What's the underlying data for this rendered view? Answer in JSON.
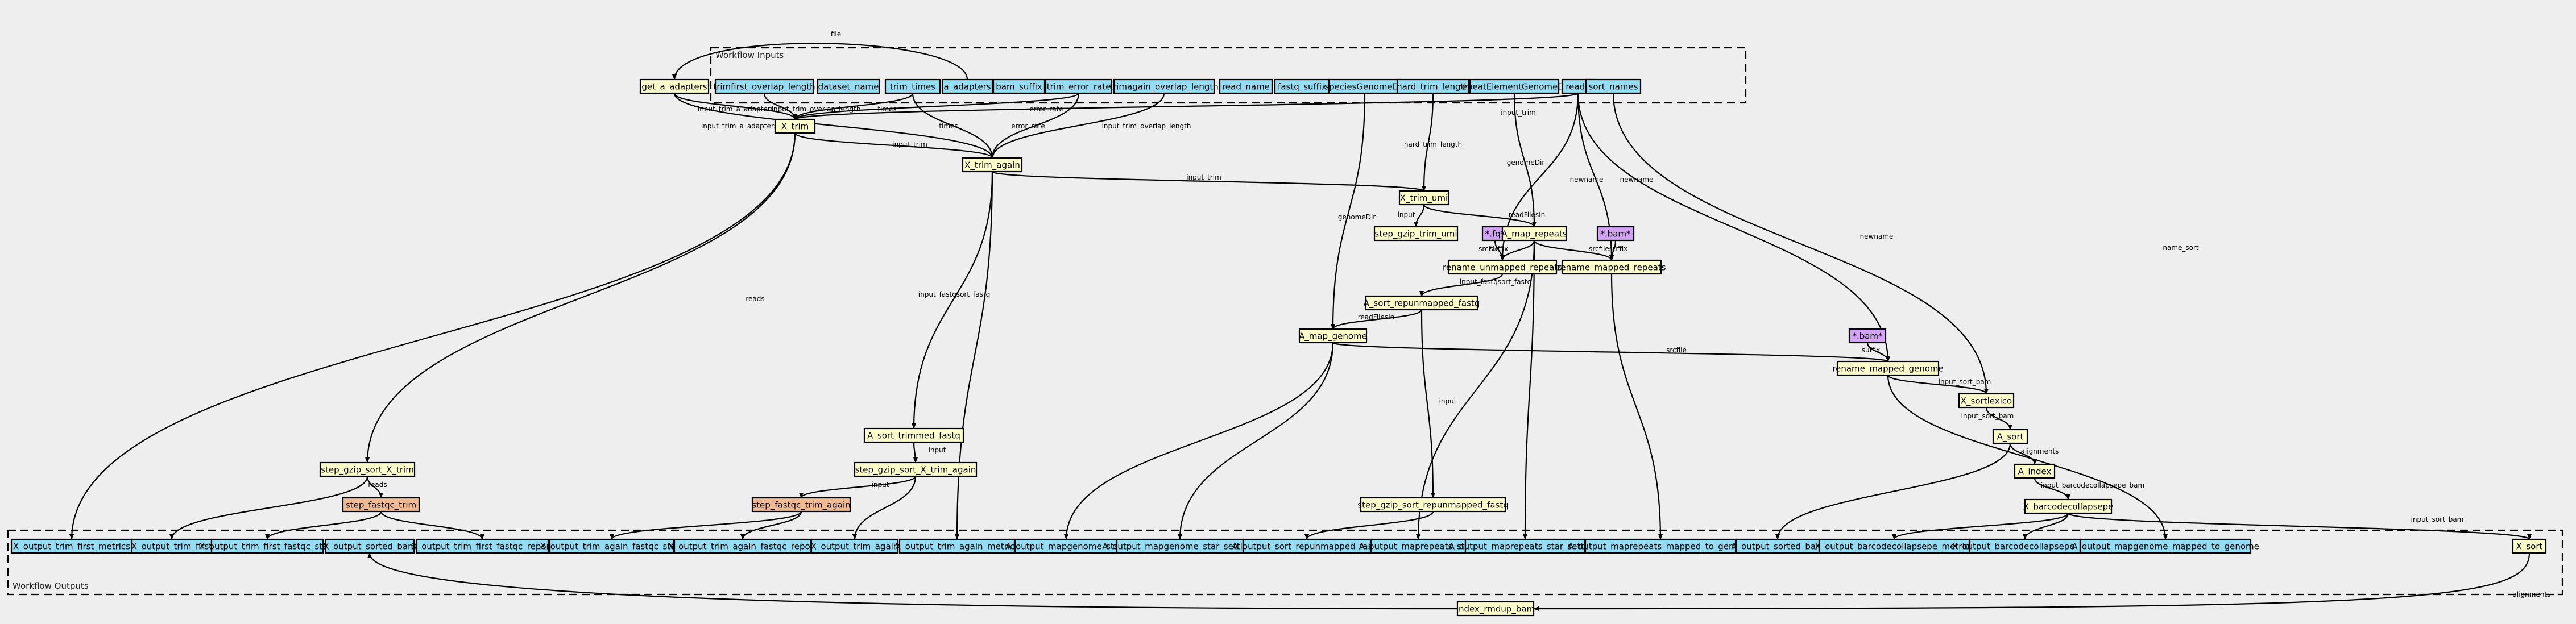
{
  "clusters": {
    "inputs": "Workflow Inputs",
    "outputs": "Workflow Outputs"
  },
  "inputs": [
    {
      "id": "trimfirst_overlap_length",
      "label": "trimfirst_overlap_length"
    },
    {
      "id": "dataset_name",
      "label": "dataset_name"
    },
    {
      "id": "trim_times",
      "label": "trim_times"
    },
    {
      "id": "a_adapters",
      "label": "a_adapters"
    },
    {
      "id": "bam_suffix",
      "label": "bam_suffix"
    },
    {
      "id": "trim_error_rate",
      "label": "trim_error_rate"
    },
    {
      "id": "trimagain_overlap_length",
      "label": "trimagain_overlap_length"
    },
    {
      "id": "read_name",
      "label": "read_name"
    },
    {
      "id": "fastq_suffix",
      "label": "fastq_suffix"
    },
    {
      "id": "speciesGenomeDir",
      "label": "speciesGenomeDir"
    },
    {
      "id": "hard_trim_length",
      "label": "hard_trim_length"
    },
    {
      "id": "repeatElementGenomeDir",
      "label": "repeatElementGenomeDir"
    },
    {
      "id": "read1",
      "label": "read1"
    },
    {
      "id": "sort_names",
      "label": "sort_names"
    }
  ],
  "steps": [
    {
      "id": "get_a_adapters",
      "label": "get_a_adapters",
      "kind": "step"
    },
    {
      "id": "X_trim",
      "label": "X_trim",
      "kind": "step"
    },
    {
      "id": "X_trim_again",
      "label": "X_trim_again",
      "kind": "step"
    },
    {
      "id": "X_trim_umi",
      "label": "X_trim_umi",
      "kind": "step"
    },
    {
      "id": "step_gzip_trim_umi",
      "label": "step_gzip_trim_umi",
      "kind": "step"
    },
    {
      "id": "fq_const",
      "label": "*.fq*",
      "kind": "file"
    },
    {
      "id": "A_map_repeats",
      "label": "A_map_repeats",
      "kind": "step"
    },
    {
      "id": "bam_const_1",
      "label": "*.bam*",
      "kind": "file"
    },
    {
      "id": "rename_unmapped_repeats",
      "label": "rename_unmapped_repeats",
      "kind": "step"
    },
    {
      "id": "rename_mapped_repeats",
      "label": "rename_mapped_repeats",
      "kind": "step"
    },
    {
      "id": "A_sort_repunmapped_fastq",
      "label": "A_sort_repunmapped_fastq",
      "kind": "step"
    },
    {
      "id": "A_map_genome",
      "label": "A_map_genome",
      "kind": "step"
    },
    {
      "id": "bam_const_2",
      "label": "*.bam*",
      "kind": "file"
    },
    {
      "id": "rename_mapped_genome",
      "label": "rename_mapped_genome",
      "kind": "step"
    },
    {
      "id": "X_sortlexico",
      "label": "X_sortlexico",
      "kind": "step"
    },
    {
      "id": "A_sort",
      "label": "A_sort",
      "kind": "step"
    },
    {
      "id": "A_index",
      "label": "A_index",
      "kind": "step"
    },
    {
      "id": "X_barcodecollapsepe",
      "label": "X_barcodecollapsepe",
      "kind": "step"
    },
    {
      "id": "X_sort",
      "label": "X_sort",
      "kind": "step"
    },
    {
      "id": "A_sort_trimmed_fastq",
      "label": "A_sort_trimmed_fastq",
      "kind": "step"
    },
    {
      "id": "step_gzip_sort_X_trim_again",
      "label": "step_gzip_sort_X_trim_again",
      "kind": "step"
    },
    {
      "id": "step_gzip_sort_X_trim",
      "label": "step_gzip_sort_X_trim",
      "kind": "step"
    },
    {
      "id": "step_fastqc_trim",
      "label": "step_fastqc_trim",
      "kind": "sub"
    },
    {
      "id": "step_fastqc_trim_again",
      "label": "step_fastqc_trim_again",
      "kind": "sub"
    },
    {
      "id": "step_gzip_sort_repunmapped_fastq",
      "label": "step_gzip_sort_repunmapped_fastq",
      "kind": "step"
    },
    {
      "id": "index_rmdup_bam",
      "label": "index_rmdup_bam",
      "kind": "step"
    }
  ],
  "outputs": [
    {
      "id": "o_trim_first_metrics",
      "label": "X_output_trim_first_metrics"
    },
    {
      "id": "o_trim_first",
      "label": "X_output_trim_first"
    },
    {
      "id": "o_trim_first_fastqc_stats",
      "label": "X_output_trim_first_fastqc_stats"
    },
    {
      "id": "o_sorted_bam_x",
      "label": "X_output_sorted_bam"
    },
    {
      "id": "o_trim_first_fastqc_report",
      "label": "X_output_trim_first_fastqc_report"
    },
    {
      "id": "o_trim_again_fastqc_stats",
      "label": "X_output_trim_again_fastqc_stats"
    },
    {
      "id": "o_trim_again_fastqc_report",
      "label": "X_output_trim_again_fastqc_report"
    },
    {
      "id": "o_trim_again",
      "label": "X_output_trim_again"
    },
    {
      "id": "o_trim_again_metrics",
      "label": "X_output_trim_again_metrics"
    },
    {
      "id": "o_mapgenome_stats",
      "label": "A_output_mapgenome_stats"
    },
    {
      "id": "o_mapgenome_star_settings",
      "label": "A_output_mapgenome_star_settings"
    },
    {
      "id": "o_sort_repunmapped_fastq",
      "label": "A_output_sort_repunmapped_fastq"
    },
    {
      "id": "o_maprepeats_stats",
      "label": "A_output_maprepeats_stats"
    },
    {
      "id": "o_maprepeats_star_settings",
      "label": "A_output_maprepeats_star_settings"
    },
    {
      "id": "o_maprepeats_mapped_to_genome",
      "label": "A_output_maprepeats_mapped_to_genome"
    },
    {
      "id": "o_sorted_bam_a",
      "label": "A_output_sorted_bam"
    },
    {
      "id": "o_barcodecollapsepe_metrics",
      "label": "X_output_barcodecollapsepe_metrics"
    },
    {
      "id": "o_barcodecollapsepe_bam",
      "label": "X_output_barcodecollapsepe_bam"
    },
    {
      "id": "o_mapgenome_mapped_to_genome",
      "label": "A_output_mapgenome_mapped_to_genome"
    }
  ],
  "edge_labels": [
    "file",
    "input_trim_a_adapters",
    "input_trim_overlap_length",
    "times",
    "error_rate",
    "input_trim_a_adapters",
    "times",
    "error_rate",
    "input_trim_overlap_length",
    "input_trim",
    "input_trim",
    "input_trim",
    "hard_trim_length",
    "genomeDir",
    "newname",
    "newname",
    "newname",
    "name_sort",
    "input",
    "readFilesIn",
    "genomeDir",
    "srcfile",
    "suffix",
    "srcfile",
    "suffix",
    "input_fastqsort_fastq",
    "readFilesIn",
    "srcfile",
    "suffix",
    "input_sort_bam",
    "input_sort_bam",
    "alignments",
    "input_barcodecollapsepe_bam",
    "input_sort_bam",
    "input_fastqsort_fastq",
    "input",
    "input",
    "reads",
    "reads",
    "input",
    "alignments"
  ]
}
